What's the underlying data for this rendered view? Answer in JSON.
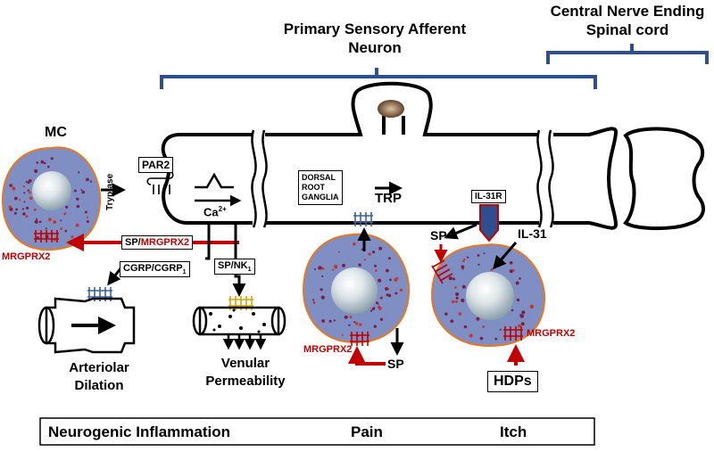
{
  "title_primary": "Primary Sensory Afferent Neuron",
  "title_central": "Central Nerve Ending Spinal cord",
  "mc": "MC",
  "tryptase": "Tryptase",
  "par2": "PAR2",
  "ca": "Ca",
  "ca_sup": "2+",
  "drg": [
    "DORSAL",
    "ROOT",
    "GANGLIA"
  ],
  "trp": "TRP",
  "il31r": "IL-31R",
  "il31": "IL-31",
  "sp": "SP",
  "sp_mrgprx2": {
    "sp": "SP/",
    "mrg": "MRGPRX2"
  },
  "mrgprx2": "MRGPRX2",
  "cgrp": "CGRP/CGRP",
  "cgrp_sub": "1",
  "spnk": "SP/NK",
  "spnk_sub": "1",
  "arteriolar": [
    "Arteriolar",
    "Dilation"
  ],
  "venular": [
    "Venular",
    "Permeability"
  ],
  "hdps": "HDPs",
  "footer": [
    "Neurogenic Inflammation",
    "Pain",
    "Itch"
  ],
  "colors": {
    "bracket": "#2e4f8f",
    "cell_fill": "#7f8fc4",
    "cell_edge": "#e87722",
    "granule": "#7b1f4a",
    "receptor_red": "#c00000",
    "receptor_blue": "#3a62a0",
    "receptor_yellow": "#d9a400"
  }
}
